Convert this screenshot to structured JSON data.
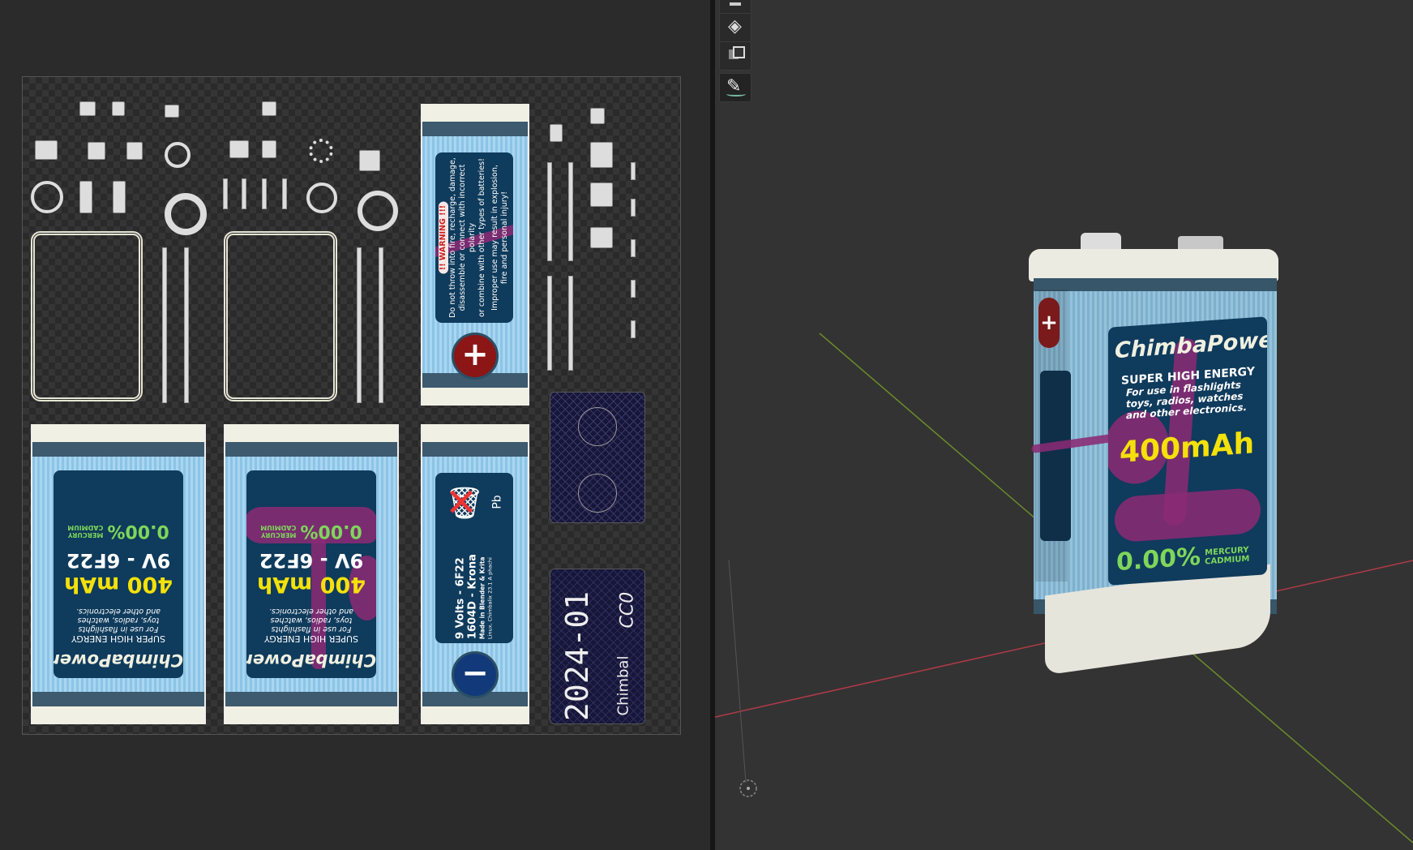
{
  "label_front": {
    "brand": "ChimbaPower",
    "line1": "SUPER HIGH ENERGY",
    "line2": "For use in flashlights",
    "line3": "toys, radios, watches",
    "line4": "and other electronics.",
    "capacity": "400 mAh",
    "model": "9V - 6F22",
    "percent": "0.00%",
    "mercury": "MERCURY",
    "cadmium": "CADMIUM"
  },
  "label_warning": {
    "title": "!! WARNING !!!",
    "text1": "Do not throw into fire, recharge, damage,",
    "text2": "disassemble or connect with incorrect polarity",
    "text3": "or combine with other types of batteries!",
    "text4": "Improper use may result in explosion,",
    "text5": "fire and personal injury!",
    "plus": "+"
  },
  "label_side": {
    "pb": "Pb",
    "volts": "9 Volts - 6F22",
    "krona": "1604D - Krona",
    "made": "Made in Blender & Krita",
    "linux": "Linux, Chimbalix 23.1 A phachi",
    "minus": "−"
  },
  "label_bottom": {
    "date": "2024-01",
    "author": "Chimbal",
    "license": "CC0"
  },
  "viewport_battery": {
    "brand": "ChimbaPower",
    "line1": "SUPER HIGH ENERGY",
    "line2": "For use in flashlights",
    "line3": "toys, radios, watches",
    "line4": "and other electronics.",
    "capacity": "400mAh",
    "percent": "0.00%",
    "mercury": "MERCURY",
    "cadmium": "CADMIUM",
    "plus": "+"
  },
  "tools": [
    "fill-icon",
    "clone-icon",
    "draw-icon"
  ],
  "colors": {
    "paint": "#8a2a74",
    "label_blue": "#8cc4e6",
    "panel": "#0f3b5c",
    "x_axis": "#b03a48",
    "y_axis": "#6c8c2a"
  }
}
